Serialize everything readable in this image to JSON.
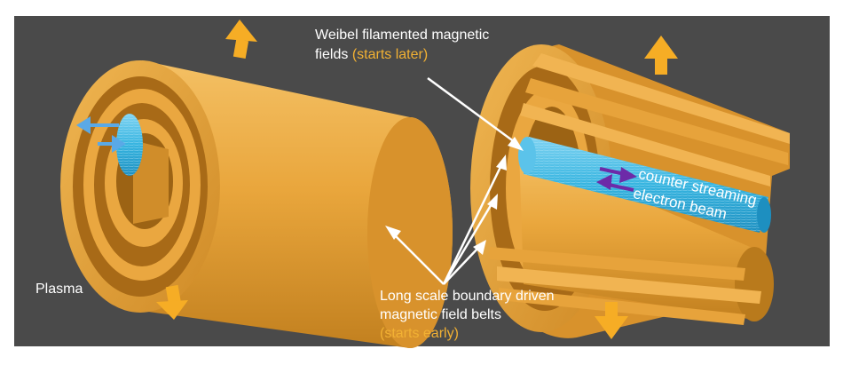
{
  "labels": {
    "weibel_line1": "Weibel filamented magnetic",
    "weibel_line2": "fields",
    "weibel_note": "(starts later)",
    "counter_line1": "counter streaming",
    "counter_line2": "electron beam",
    "plasma": "Plasma",
    "belts_line1": "Long scale boundary driven",
    "belts_line2": "magnetic field belts",
    "belts_note": "(starts early)"
  },
  "colors": {
    "background": "#4a4a4a",
    "cylinder": "#e6a43a",
    "cylinder_dark": "#b97a1c",
    "beam": "#33b3e0",
    "arrow_orange": "#f6ad25",
    "arrow_blue": "#5aa9e6",
    "arrow_purple": "#6d2aa8",
    "highlight_text": "#f2b133"
  }
}
